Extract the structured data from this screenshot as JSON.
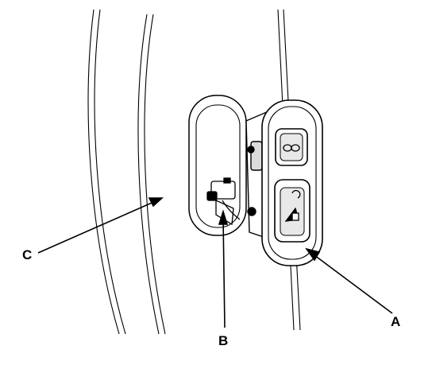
{
  "callouts": {
    "a": "A",
    "b": "B",
    "c": "C"
  },
  "colors": {
    "ink": "#000000",
    "paper": "#ffffff",
    "shade": "#dcdcdc"
  },
  "icons": {
    "upper_switch": "mirror-select-icon",
    "lower_switch": "mirror-adjust-icon"
  }
}
